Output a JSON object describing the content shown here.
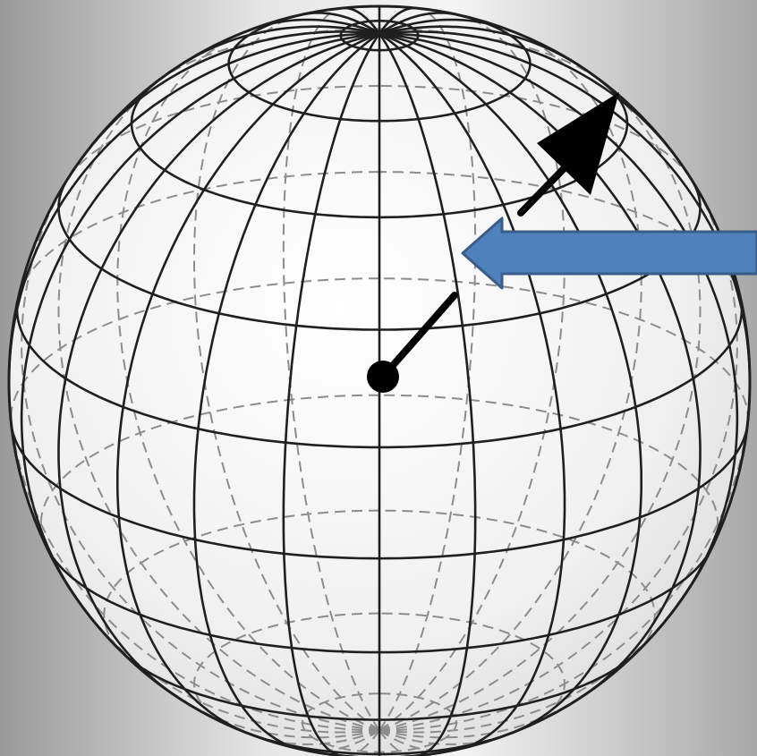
{
  "diagram": {
    "subject": "wireframe-sphere",
    "meridian_count": 24,
    "parallel_latitudes": [
      84,
      66,
      48,
      30,
      12,
      -6,
      -24,
      -42,
      -60,
      -78
    ],
    "center_marker": "radius-vector-with-center-dot",
    "surface_arrow": "normal-vector-arrow",
    "callout_arrow": "pointer-arrow",
    "colors": {
      "background_light": "#f4f4f4",
      "background_dark": "#9a9a9a",
      "sphere_fill": "#f2f2f2",
      "wire_front": "#1f1f1f",
      "wire_back": "#8c8c8c",
      "marker": "#000000",
      "callout_fill": "#4f81bd",
      "callout_stroke": "#385d8a"
    }
  }
}
